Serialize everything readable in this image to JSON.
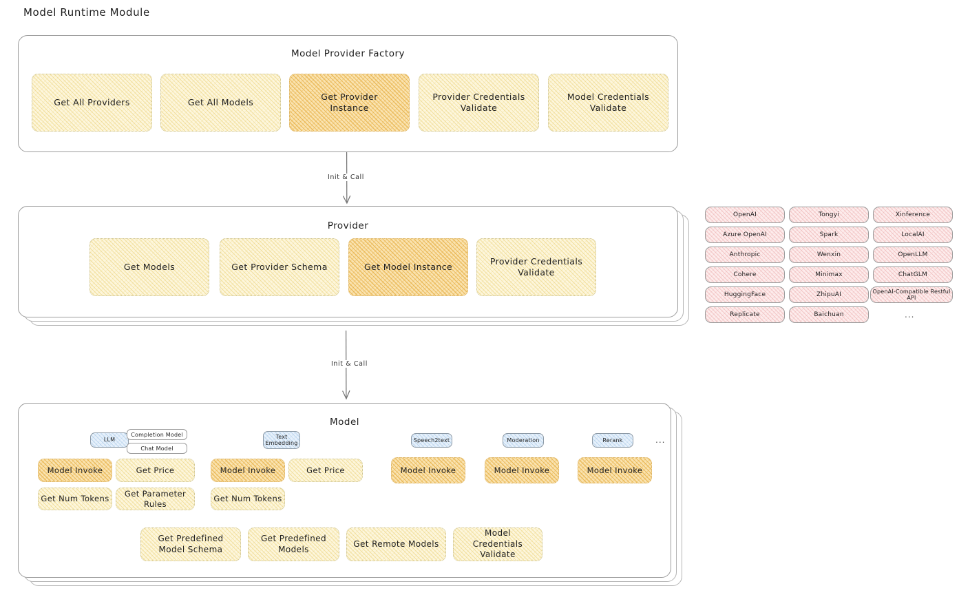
{
  "page": {
    "title": "Model Runtime Module"
  },
  "factory": {
    "title": "Model Provider Factory",
    "boxes": [
      {
        "label": "Get All Providers",
        "highlight": false
      },
      {
        "label": "Get All Models",
        "highlight": false
      },
      {
        "label": "Get Provider Instance",
        "highlight": true
      },
      {
        "label": "Provider Credentials Validate",
        "highlight": false
      },
      {
        "label": "Model Credentials Validate",
        "highlight": false
      }
    ]
  },
  "arrows": [
    {
      "label": "Init & Call"
    },
    {
      "label": "Init & Call"
    }
  ],
  "provider": {
    "title": "Provider",
    "boxes": [
      {
        "label": "Get Models",
        "highlight": false
      },
      {
        "label": "Get Provider Schema",
        "highlight": false
      },
      {
        "label": "Get Model Instance",
        "highlight": true
      },
      {
        "label": "Provider Credentials Validate",
        "highlight": false
      }
    ]
  },
  "provider_list": {
    "columns": [
      [
        "OpenAI",
        "Azure OpenAI",
        "Anthropic",
        "Cohere",
        "HuggingFace",
        "Replicate"
      ],
      [
        "Tongyi",
        "Spark",
        "Wenxin",
        "Minimax",
        "ZhipuAI",
        "Baichuan"
      ],
      [
        "Xinference",
        "LocalAI",
        "OpenLLM",
        "ChatGLM",
        "OpenAI-Compatible Restful API"
      ]
    ],
    "more": "..."
  },
  "model": {
    "title": "Model",
    "more": "...",
    "types": [
      {
        "badge": "LLM",
        "sub_badges": [
          "Completion Model",
          "Chat Model"
        ],
        "methods": [
          {
            "label": "Model Invoke",
            "highlight": true
          },
          {
            "label": "Get Price",
            "highlight": false
          },
          {
            "label": "Get Num Tokens",
            "highlight": false
          },
          {
            "label": "Get Parameter Rules",
            "highlight": false
          }
        ]
      },
      {
        "badge": "Text Embedding",
        "sub_badges": [],
        "methods": [
          {
            "label": "Model Invoke",
            "highlight": true
          },
          {
            "label": "Get Price",
            "highlight": false
          },
          {
            "label": "Get Num Tokens",
            "highlight": false
          }
        ]
      },
      {
        "badge": "Speech2text",
        "sub_badges": [],
        "methods": [
          {
            "label": "Model Invoke",
            "highlight": true
          }
        ]
      },
      {
        "badge": "Moderation",
        "sub_badges": [],
        "methods": [
          {
            "label": "Model Invoke",
            "highlight": true
          }
        ]
      },
      {
        "badge": "Rerank",
        "sub_badges": [],
        "methods": [
          {
            "label": "Model Invoke",
            "highlight": true
          }
        ]
      }
    ],
    "common_methods": [
      {
        "label": "Get Predefined Model Schema"
      },
      {
        "label": "Get Predefined Models"
      },
      {
        "label": "Get Remote Models"
      },
      {
        "label": "Model Credentials Validate"
      }
    ]
  },
  "colors": {
    "box_fill_light": "#fdf6dc",
    "box_fill_highlight": "#fae3b0",
    "chip_fill": "#fdecec",
    "badge_fill": "#e7f1fb",
    "panel_border": "#9b9b9b",
    "text": "#1e1e1e"
  }
}
